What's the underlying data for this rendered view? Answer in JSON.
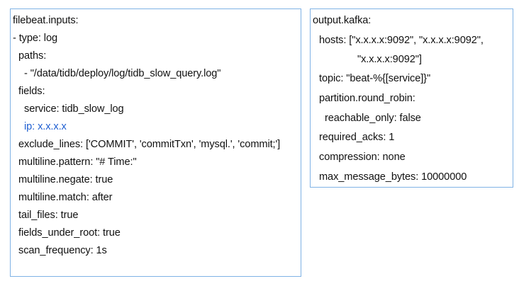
{
  "left_panel": {
    "lines": [
      "filebeat.inputs:",
      "- type: log",
      "paths:",
      "- \"/data/tidb/deploy/log/tidb_slow_query.log\"",
      "fields:",
      "service: tidb_slow_log",
      "ip: x.x.x.x",
      "exclude_lines: ['COMMIT', 'commitTxn', 'mysql.', 'commit;']",
      "multiline.pattern: \"# Time:\"",
      "multiline.negate: true",
      "multiline.match: after",
      "tail_files: true",
      "fields_under_root: true",
      "scan_frequency: 1s"
    ]
  },
  "right_panel": {
    "lines": [
      "output.kafka:",
      "hosts: [\"x.x.x.x:9092\", \"x.x.x.x:9092\",",
      "\"x.x.x.x:9092\"]",
      "topic: \"beat-%{[service]}\"",
      "partition.round_robin:",
      "reachable_only: false",
      "required_acks: 1",
      "compression: none",
      "max_message_bytes: 10000000"
    ]
  },
  "colors": {
    "border": "#7fb2e5",
    "highlight_text": "#1f5fd1",
    "text": "#111111"
  }
}
